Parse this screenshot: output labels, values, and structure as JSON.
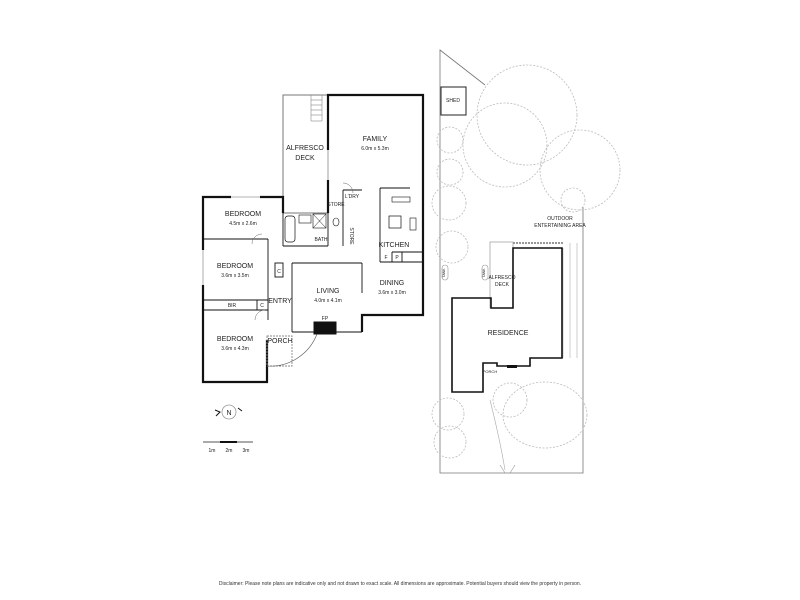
{
  "floor_plan": {
    "rooms": [
      {
        "name": "ALFRESCO",
        "name2": "DECK"
      },
      {
        "name": "FAMILY",
        "size": "6.0m x 5.3m"
      },
      {
        "name": "BEDROOM",
        "size": "4.5m x 2.6m"
      },
      {
        "name": "BEDROOM",
        "size": "3.6m x 3.5m"
      },
      {
        "name": "BEDROOM",
        "size": "3.6m x 4.3m"
      },
      {
        "name": "LIVING",
        "size": "4.0m x 4.1m"
      },
      {
        "name": "DINING",
        "size": "3.6m x 3.0m"
      },
      {
        "name": "KITCHEN"
      },
      {
        "name": "BATH"
      },
      {
        "name": "STORE"
      },
      {
        "name": "STORE"
      },
      {
        "name": "L'DRY"
      },
      {
        "name": "ENTRY"
      },
      {
        "name": "PORCH"
      },
      {
        "name": "BIR"
      },
      {
        "name": "C"
      },
      {
        "name": "C"
      },
      {
        "name": "F"
      },
      {
        "name": "P"
      },
      {
        "name": "FP"
      }
    ],
    "compass": "N",
    "scale_labels": [
      "1m",
      "2m",
      "3m"
    ]
  },
  "site_plan": {
    "labels": {
      "shed": "SHED",
      "outdoor": "OUTDOOR",
      "outdoor2": "ENTERTAINING AREA",
      "alfresco": "ALFRESCO",
      "alfresco2": "DECK",
      "residence": "RESIDENCE",
      "porch": "PORCH",
      "tank1": "TANK",
      "tank2": "TANK"
    }
  },
  "disclaimer": "Disclaimer: Please note plans are indicative only and not drawn to exact scale. All dimensions are approximate. Potential buyers should view the property in person."
}
